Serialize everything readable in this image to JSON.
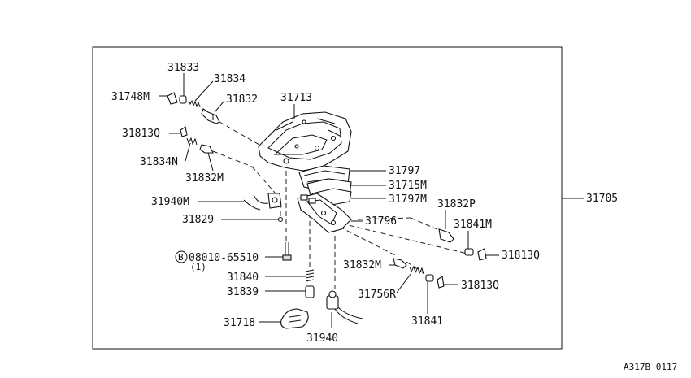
{
  "diagram": {
    "code": "A317B 0117",
    "assembly_ref": "31705",
    "bolt_symbol": "B",
    "bolt_qty": "(1)",
    "callouts": {
      "p31833": "31833",
      "p31834": "31834",
      "p31748M": "31748M",
      "p31832": "31832",
      "p31713": "31713",
      "p31813Q_a": "31813Q",
      "p31834N": "31834N",
      "p31832M_a": "31832M",
      "p31797": "31797",
      "p31715M": "31715M",
      "p31797M": "31797M",
      "p31832P": "31832P",
      "p31940M": "31940M",
      "p31841M": "31841M",
      "p31829": "31829",
      "p31796": "31796",
      "p31813Q_b": "31813Q",
      "p08010": "08010-65510",
      "p31832M_b": "31832M",
      "p31840": "31840",
      "p31839": "31839",
      "p31756R": "31756R",
      "p31813Q_c": "31813Q",
      "p31718": "31718",
      "p31841": "31841",
      "p31940": "31940"
    }
  }
}
